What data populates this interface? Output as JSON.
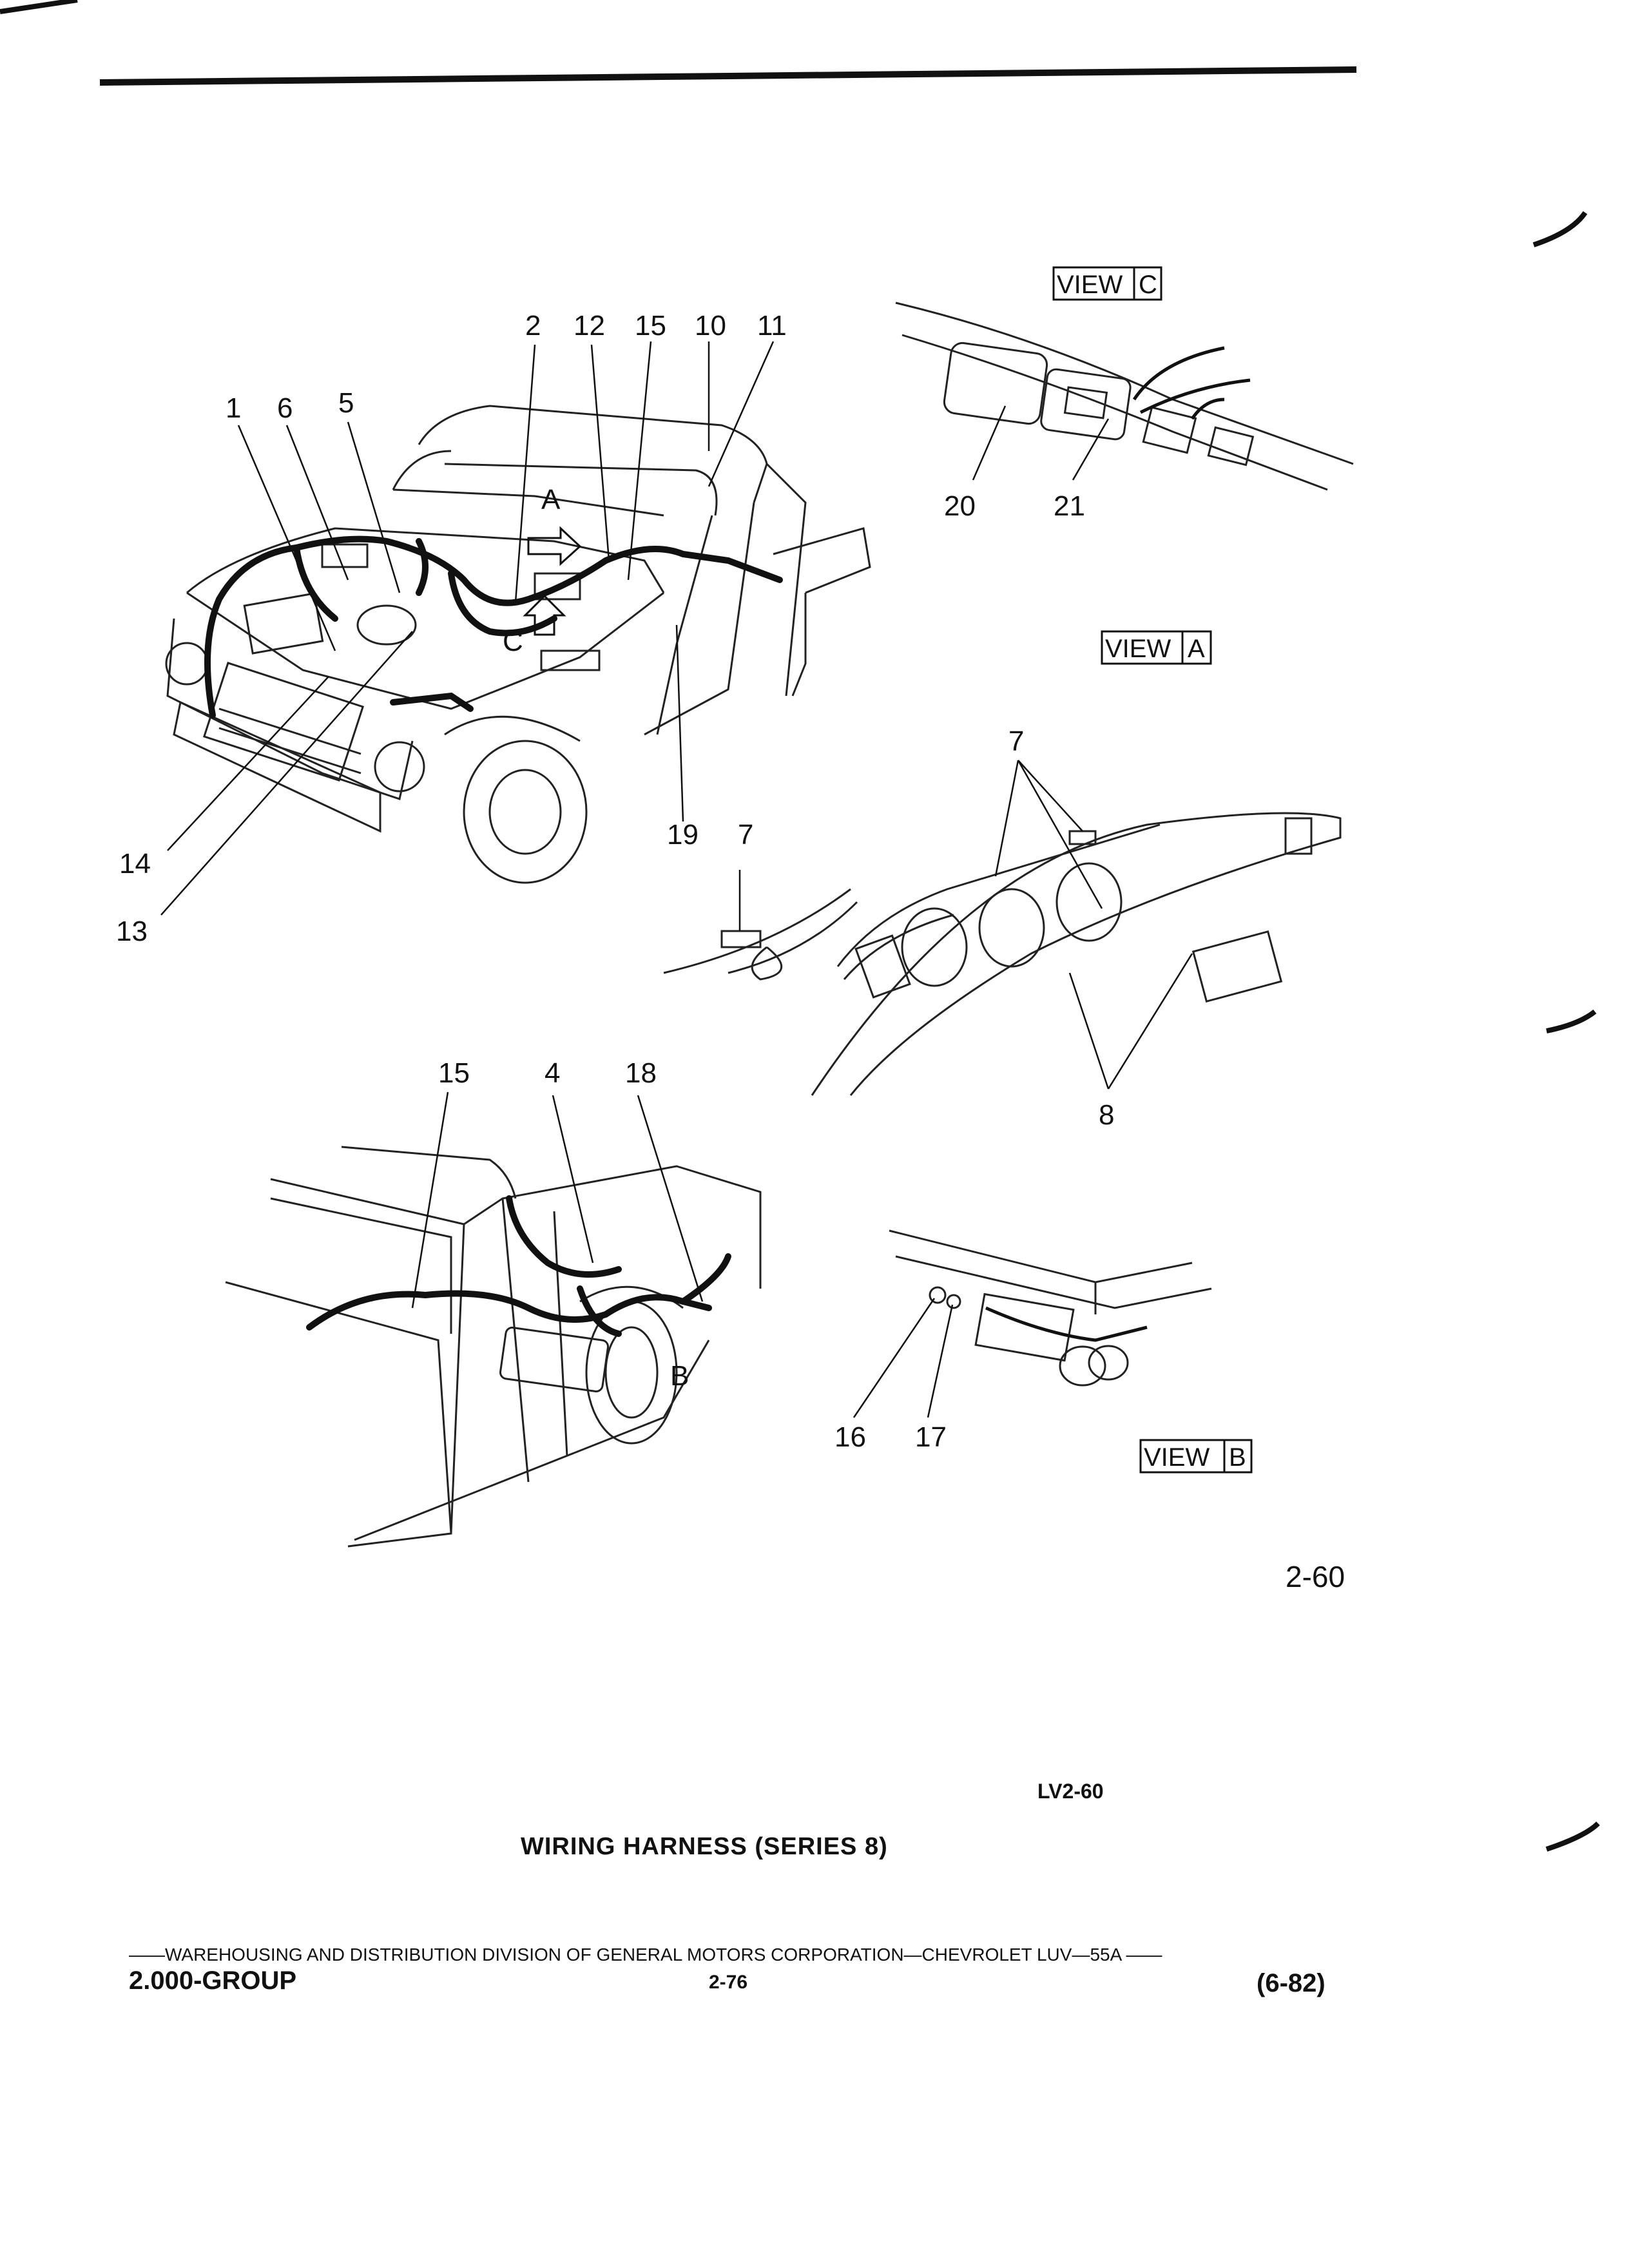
{
  "callouts": {
    "c1": "1",
    "c2": "2",
    "c4": "4",
    "c5": "5",
    "c6": "6",
    "c7a": "7",
    "c7b": "7",
    "c8": "8",
    "c10": "10",
    "c11": "11",
    "c12": "12",
    "c13": "13",
    "c14": "14",
    "c15a": "15",
    "c15b": "15",
    "c16": "16",
    "c17": "17",
    "c18": "18",
    "c19": "19",
    "c20": "20",
    "c21": "21",
    "arrowA": "A",
    "markB": "B",
    "markC": "C"
  },
  "views": {
    "c": {
      "word": "VIEW",
      "letter": "C"
    },
    "a": {
      "word": "VIEW",
      "letter": "A"
    },
    "b": {
      "word": "VIEW",
      "letter": "B"
    }
  },
  "page_number": "2-60",
  "figure_code": "LV2-60",
  "caption": "WIRING HARNESS (SERIES 8)",
  "footer": {
    "division": "——WAREHOUSING AND DISTRIBUTION  DIVISION OF GENERAL MOTORS CORPORATION—CHEVROLET LUV—55A  ——",
    "group": "2.000-GROUP",
    "page": "2-76",
    "date": "(6-82)"
  }
}
